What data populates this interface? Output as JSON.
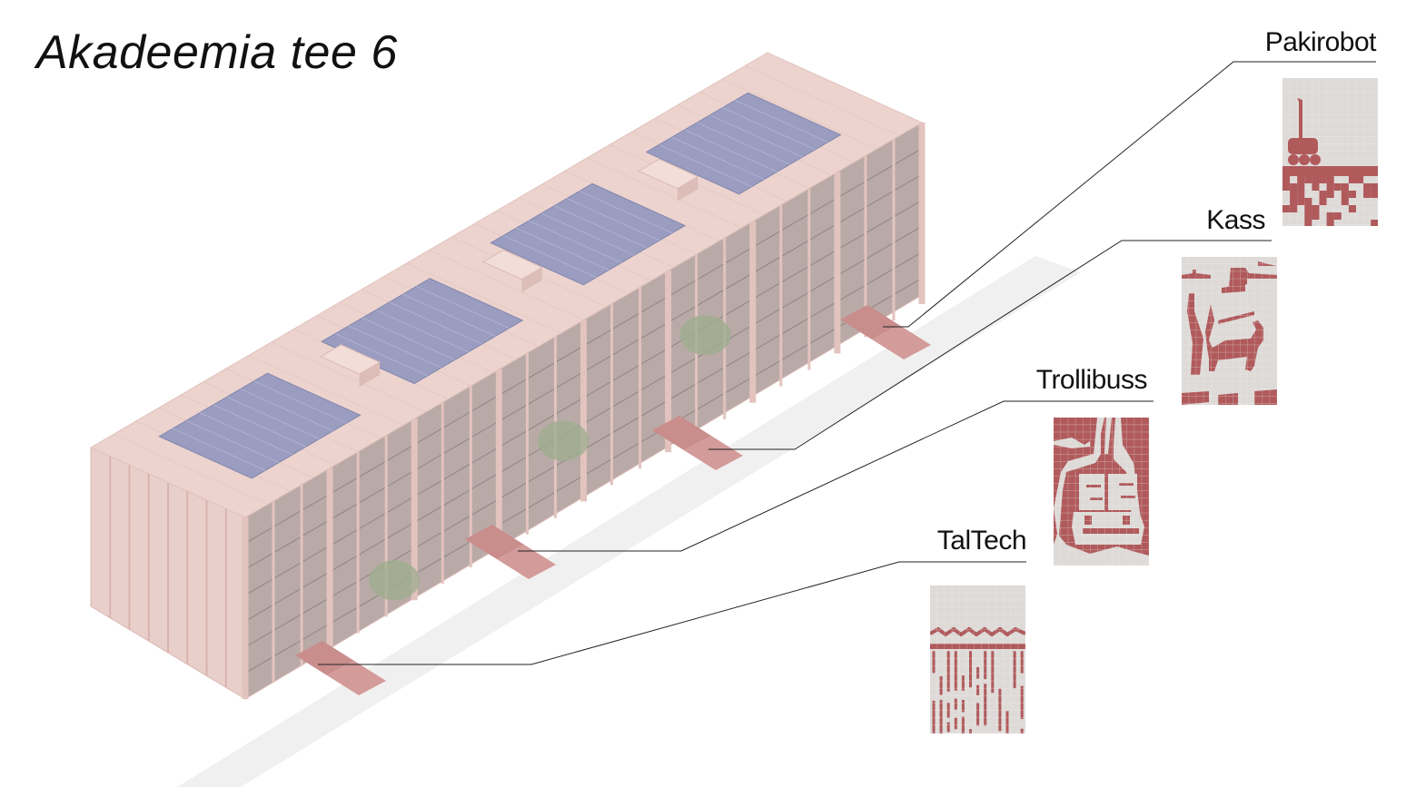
{
  "title": "Akadeemia tee 6",
  "colors": {
    "pattern_red": "#b05a5c",
    "pattern_grey": "#dedad7",
    "building_pink": "#ecd3ce",
    "solar_blue": "#9a9cc0",
    "path_grey": "#f1f0f0"
  },
  "callouts": [
    {
      "label": "Pakirobot",
      "pattern": "robot"
    },
    {
      "label": "Kass",
      "pattern": "cat"
    },
    {
      "label": "Trollibuss",
      "pattern": "trolleybus"
    },
    {
      "label": "TalTech",
      "pattern": "stripes"
    }
  ]
}
